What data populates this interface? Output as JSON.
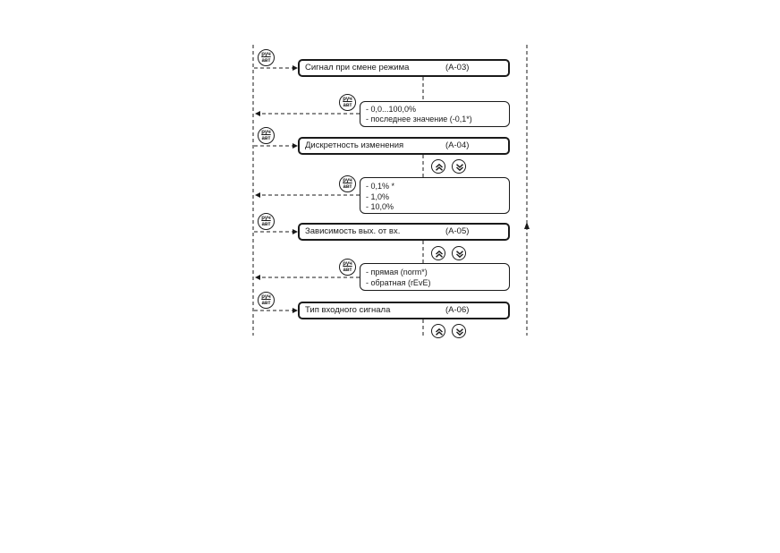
{
  "button_label_top": "руч",
  "button_label_bottom": "авт",
  "params": [
    {
      "label": "Сигнал  при  смене   режима",
      "code": "(А-03)",
      "options": [
        "- 0,0...100,0%",
        "- последнее   значение  (-0,1*)"
      ]
    },
    {
      "label": "Дискретность   изменения",
      "code": "(А-04)",
      "options": [
        "- 0,1% *",
        "- 1,0%",
        "- 10,0%"
      ]
    },
    {
      "label": "Зависимость   вых. от вх.",
      "code": "(А-05)",
      "options": [
        "- прямая  (norm*)",
        "- обратная   (rEvE)"
      ]
    },
    {
      "label": "Тип входного  сигнала",
      "code": "(А-06)",
      "options": []
    }
  ],
  "icons": {
    "up": "double-chevron-up-icon",
    "down": "double-chevron-down-icon",
    "mode": "ruch-avt-button-icon"
  }
}
